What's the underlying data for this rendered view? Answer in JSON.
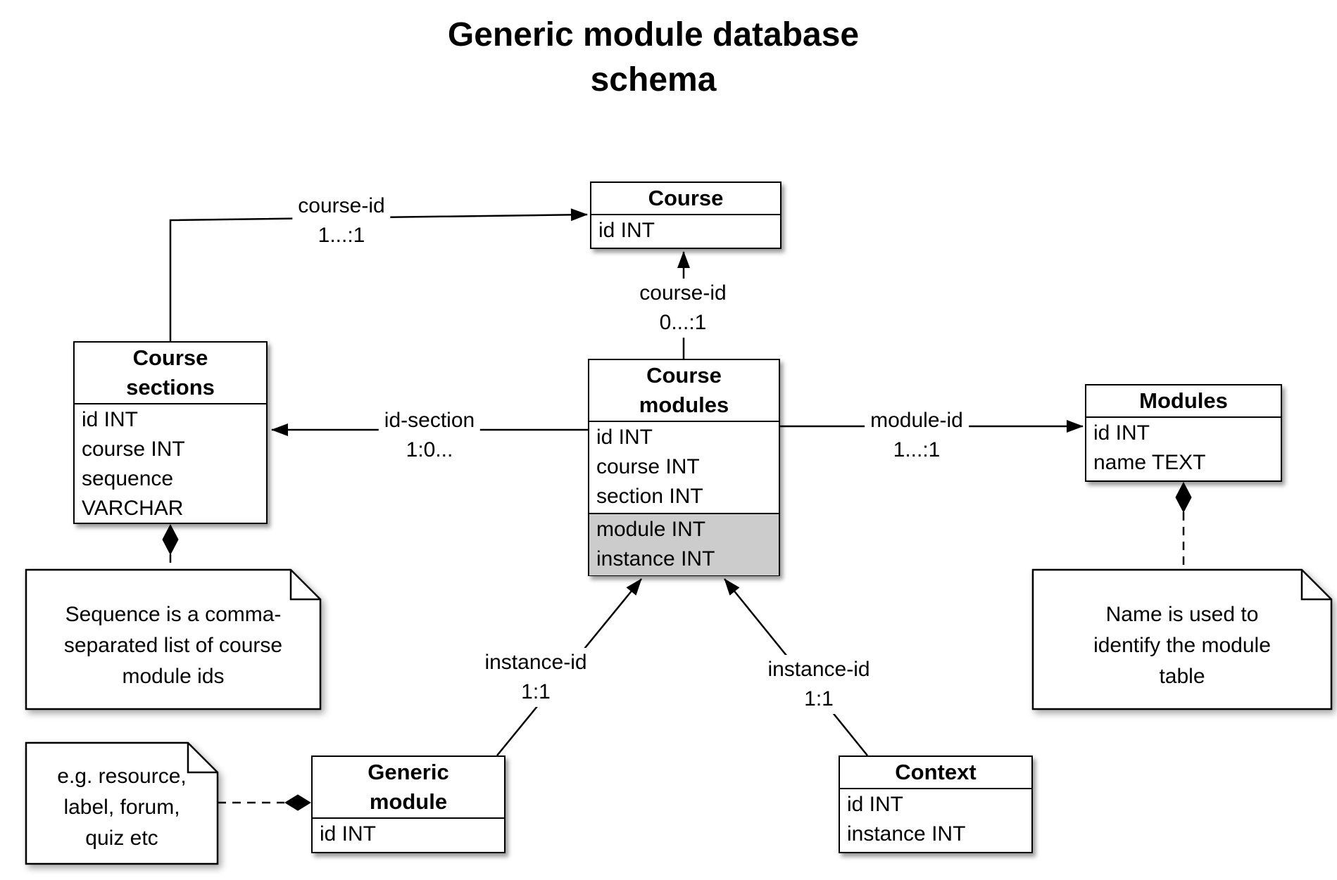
{
  "diagram": {
    "title": "Generic module database\nschema"
  },
  "entities": {
    "course": {
      "name": "Course",
      "fields": [
        "id INT"
      ]
    },
    "course_sections": {
      "name": "Course\nsections",
      "fields": [
        "id INT",
        "course INT",
        "sequence VARCHAR"
      ]
    },
    "course_modules": {
      "name": "Course\nmodules",
      "fields": [
        "id INT",
        "course INT",
        "section INT"
      ],
      "highlighted_fields": [
        "module INT",
        "instance INT"
      ],
      "highlight_color": "#cccccc"
    },
    "modules": {
      "name": "Modules",
      "fields": [
        "id INT",
        "name TEXT"
      ]
    },
    "generic_module": {
      "name": "Generic\nmodule",
      "fields": [
        "id INT"
      ]
    },
    "context": {
      "name": "Context",
      "fields": [
        "id INT",
        "instance INT"
      ]
    }
  },
  "relationships": [
    {
      "name": "course-id",
      "cardinality": "1...:1",
      "from": "course_sections",
      "to": "course"
    },
    {
      "name": "course-id",
      "cardinality": "0...:1",
      "from": "course_modules",
      "to": "course"
    },
    {
      "name": "id-section",
      "cardinality": "1:0...",
      "from": "course_modules",
      "to": "course_sections"
    },
    {
      "name": "module-id",
      "cardinality": "1...:1",
      "from": "course_modules",
      "to": "modules"
    },
    {
      "name": "instance-id",
      "cardinality": "1:1",
      "from": "generic_module",
      "to": "course_modules"
    },
    {
      "name": "instance-id",
      "cardinality": "1:1",
      "from": "context",
      "to": "course_modules"
    }
  ],
  "notes": [
    {
      "text": "Sequence is a comma-\nseparated list of course\nmodule ids",
      "attached_to": "course_sections"
    },
    {
      "text": "Name is used to\nidentify the module\ntable",
      "attached_to": "modules"
    },
    {
      "text": "e.g. resource,\nlabel, forum,\nquiz etc",
      "attached_to": "generic_module"
    }
  ]
}
